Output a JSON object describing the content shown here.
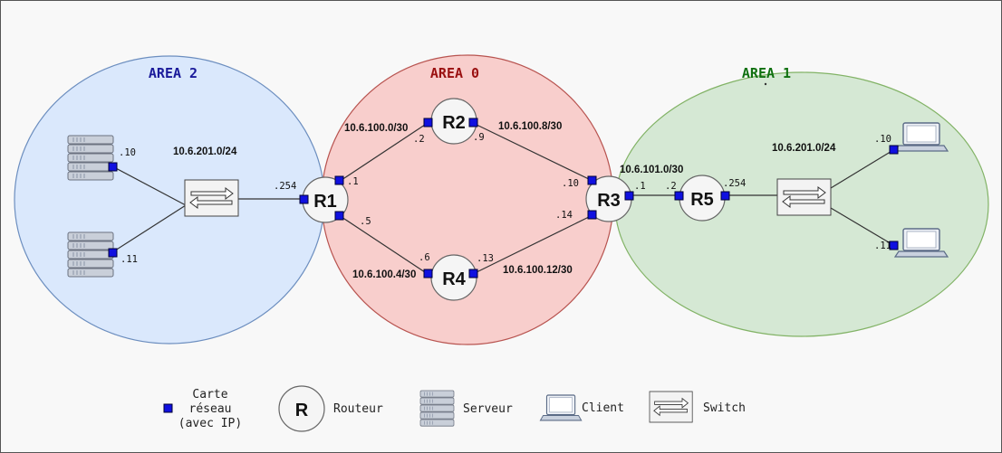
{
  "colors": {
    "area2_fill": "#dae8fc",
    "area2_stroke": "#6c8ebf",
    "area2_text": "#1a1a9a",
    "area0_fill": "#f8cecc",
    "area0_stroke": "#b85450",
    "area0_text": "#9a1010",
    "area1_fill": "#d5e8d4",
    "area1_stroke": "#82b366",
    "area1_text": "#107010",
    "nic": "#1010e0"
  },
  "areas": {
    "area2": "AREA 2",
    "area0": "AREA 0",
    "area1": "AREA 1"
  },
  "routers": {
    "r1": "R1",
    "r2": "R2",
    "r3": "R3",
    "r4": "R4",
    "r5": "R5"
  },
  "networks": {
    "area2_lan": "10.6.201.0/24",
    "r1_r2": "10.6.100.0/30",
    "r2_r3": "10.6.100.8/30",
    "r1_r4": "10.6.100.4/30",
    "r4_r3": "10.6.100.12/30",
    "r3_r5": "10.6.101.0/30",
    "area1_lan": "10.6.201.0/24"
  },
  "ips": {
    "server1": ".10",
    "server2": ".11",
    "r1_lan": ".254",
    "r1_r2": ".1",
    "r1_r4": ".5",
    "r2_r1": ".2",
    "r2_r3": ".9",
    "r4_r1": ".6",
    "r4_r3": ".13",
    "r3_r2": ".10",
    "r3_r4": ".14",
    "r3_r5": ".1",
    "r5_r3": ".2",
    "r5_lan": ".254",
    "client1": ".10",
    "client2": ".11"
  },
  "legend": {
    "nic_line1": "Carte",
    "nic_line2": "réseau",
    "nic_line3": "(avec IP)",
    "router_symbol": "R",
    "router": "Routeur",
    "server": "Serveur",
    "client": "Client",
    "switch": "Switch"
  },
  "icons": {
    "server": "server-icon",
    "client": "laptop-icon",
    "switch": "switch-icon",
    "router": "router-icon",
    "nic": "nic-icon"
  }
}
